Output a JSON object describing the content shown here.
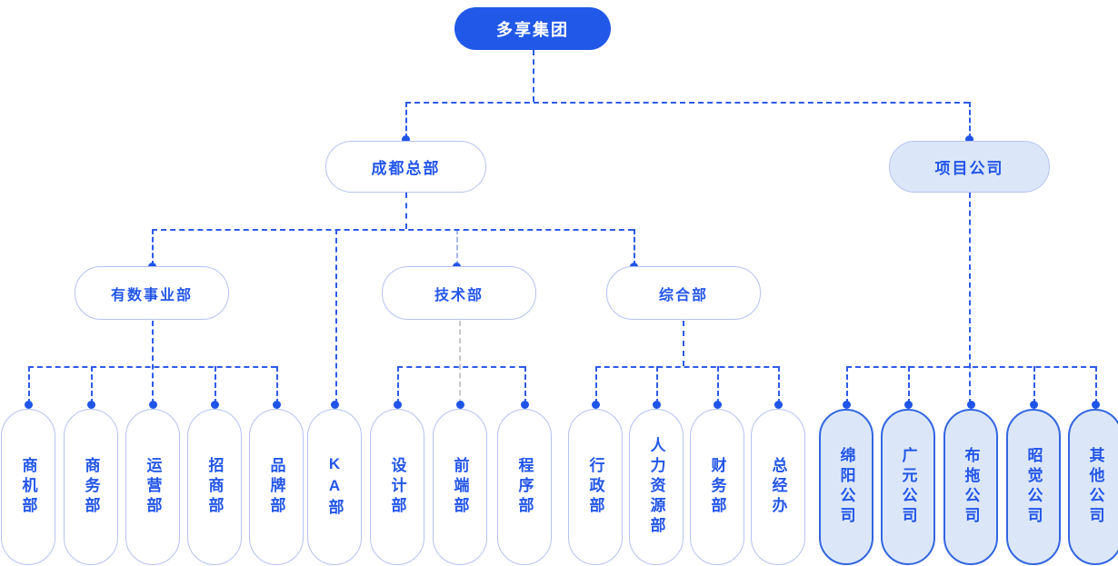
{
  "chart": {
    "root": {
      "label": "多享集团"
    },
    "branches": [
      {
        "label": "成都总部"
      },
      {
        "label": "项目公司"
      }
    ],
    "departments": [
      {
        "label": "有数事业部"
      },
      {
        "label": "技术部"
      },
      {
        "label": "综合部"
      }
    ],
    "leaves": [
      {
        "label": "商机部"
      },
      {
        "label": "商务部"
      },
      {
        "label": "运营部"
      },
      {
        "label": "招商部"
      },
      {
        "label": "品牌部"
      },
      {
        "label": "KA部"
      },
      {
        "label": "设计部"
      },
      {
        "label": "前端部"
      },
      {
        "label": "程序部"
      },
      {
        "label": "行政部"
      },
      {
        "label": "人力资源部"
      },
      {
        "label": "财务部"
      },
      {
        "label": "总经办"
      },
      {
        "label": "绵阳公司"
      },
      {
        "label": "广元公司"
      },
      {
        "label": "布拖公司"
      },
      {
        "label": "昭觉公司"
      },
      {
        "label": "其他公司"
      }
    ]
  },
  "colors": {
    "primary_blue": "#2158e8",
    "text_blue": "#2356e8",
    "light_border": "#b6c2f0",
    "filled_pill": "#dbe7f9",
    "filled_border": "#3366e0",
    "dash_blue": "#2e5be8",
    "dash_gray": "#c9c9c9",
    "dot_blue": "#1f54e8"
  }
}
